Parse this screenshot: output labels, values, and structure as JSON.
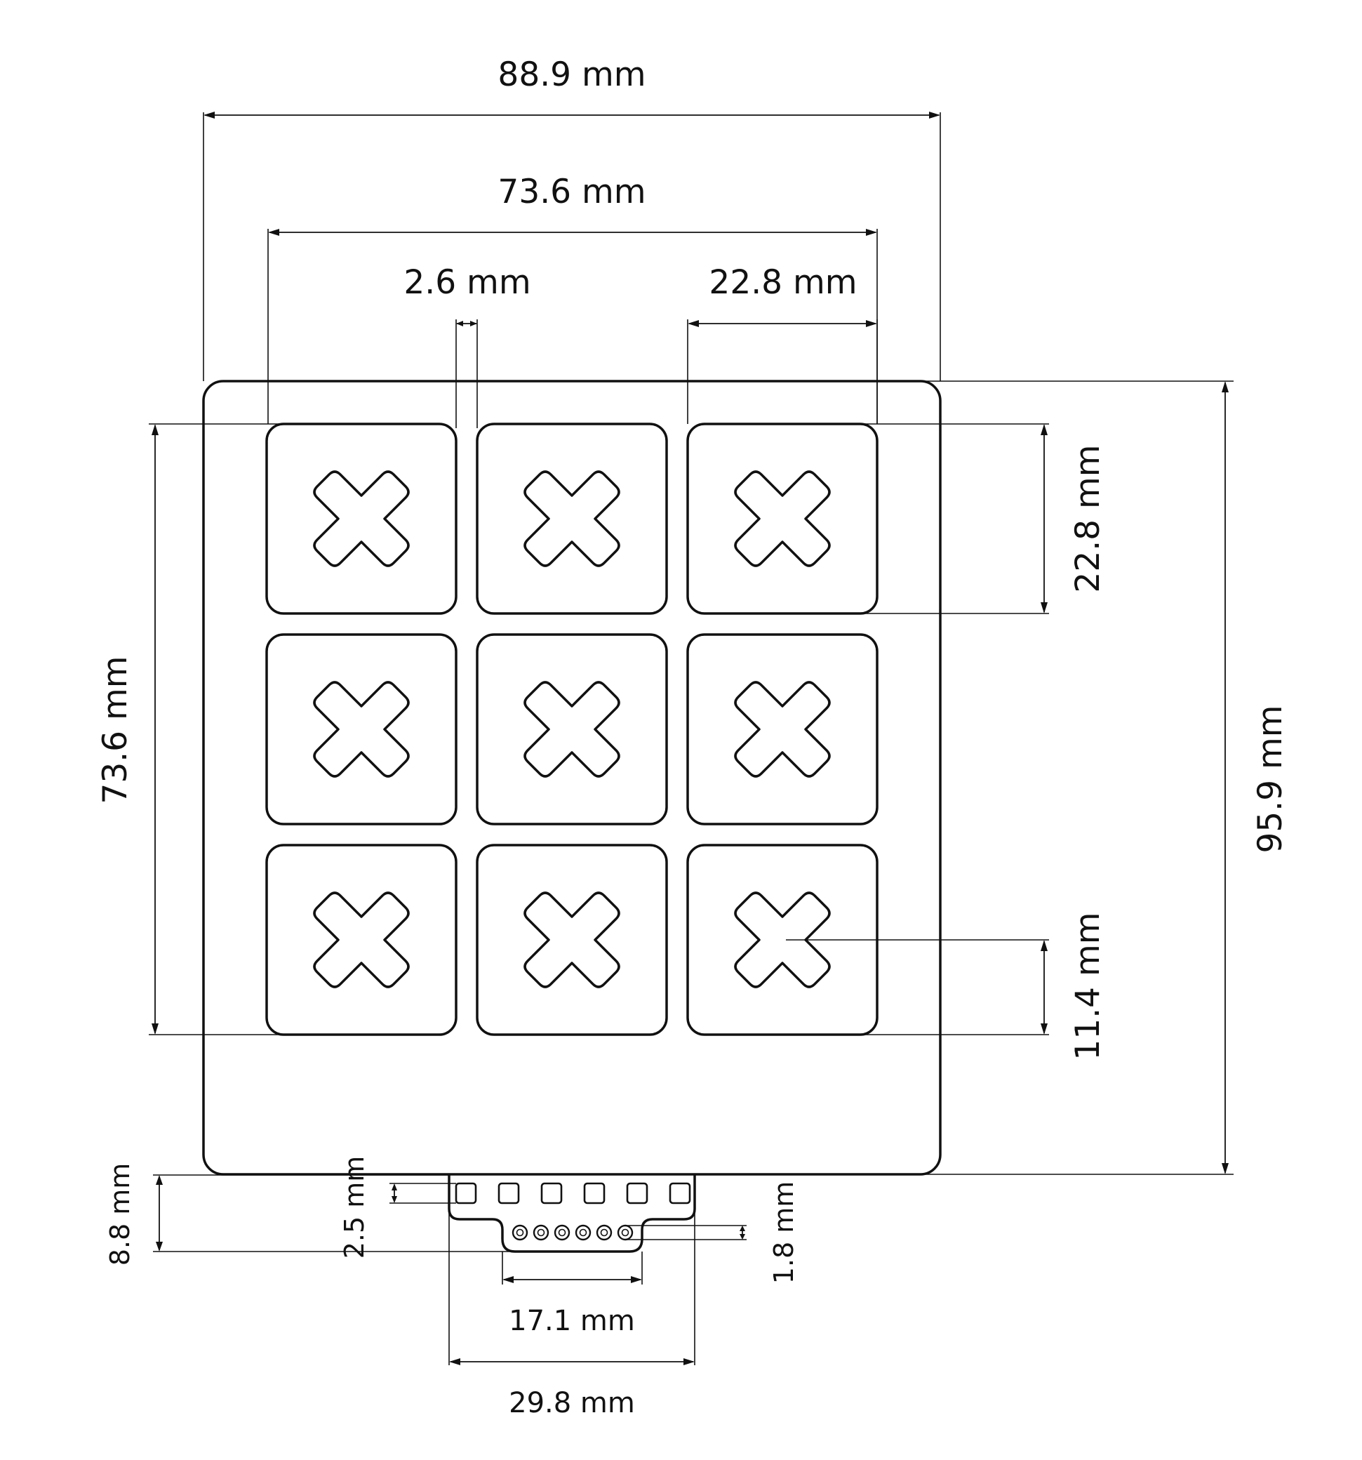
{
  "dimensions": {
    "board_width": "88.9 mm",
    "keys_span_width": "73.6 mm",
    "key_gap": "2.6 mm",
    "key_width": "22.8 mm",
    "keys_span_height": "73.6 mm",
    "key_height": "22.8 mm",
    "board_height": "95.9 mm",
    "key_center_offset": "11.4 mm",
    "tab_depth": "8.8 mm",
    "pad_offset": "2.5 mm",
    "pin_spacing": "1.8 mm",
    "connector_width": "17.1 mm",
    "tab_width": "29.8 mm"
  },
  "keypad": {
    "rows": 3,
    "columns": 3,
    "key_symbol": "x-mark",
    "connector_pads": 6,
    "connector_pins": 6
  },
  "colors": {
    "line": "#111111",
    "background": "#ffffff"
  }
}
